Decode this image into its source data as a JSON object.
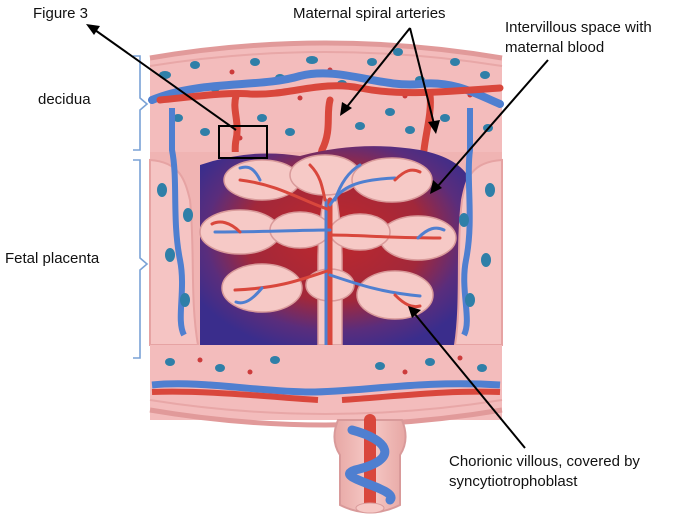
{
  "labels": {
    "figure_ref": "Figure 3",
    "spiral_arteries": "Maternal spiral arteries",
    "intervillous_line1": "Intervillous space with",
    "intervillous_line2": "maternal blood",
    "decidua": "decidua",
    "fetal_placenta": "Fetal placenta",
    "chorionic_line1": "Chorionic villous, covered by",
    "chorionic_line2": "syncytiotrophoblast"
  },
  "colors": {
    "tissue_pink": "#f0b0b0",
    "tissue_light": "#f6c9c6",
    "maternal_blood": "#b52a2a",
    "dark_purple": "#3b2b8a",
    "artery_red": "#d9473c",
    "vein_blue": "#4f7fd0",
    "cell_blue": "#2f7fa8",
    "arrow": "#000000"
  }
}
